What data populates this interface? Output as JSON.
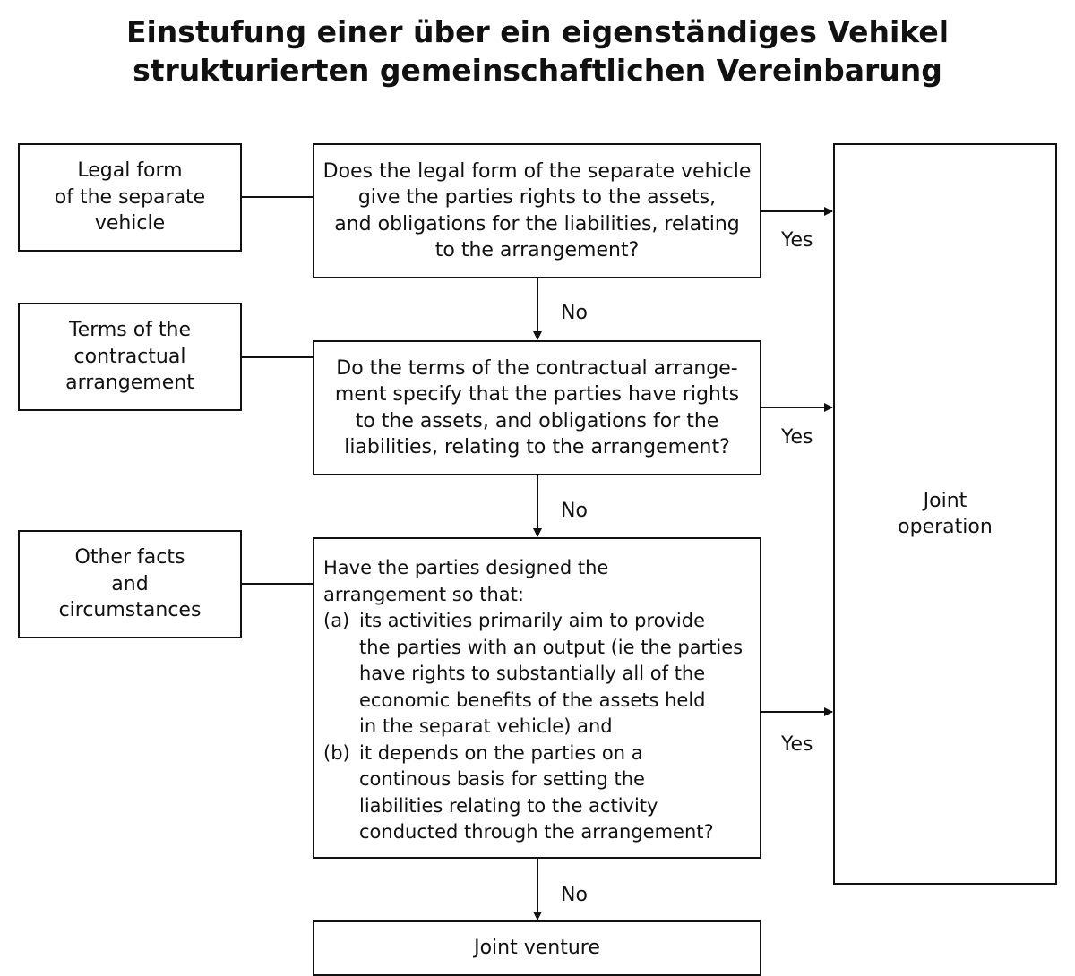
{
  "title": {
    "line1": "Einstufung einer über ein eigenständiges Vehikel",
    "line2": "strukturierten gemeinschaftlichen Vereinbarung"
  },
  "factors": [
    {
      "lines": [
        "Legal form",
        "of the separate",
        "vehicle"
      ]
    },
    {
      "lines": [
        "Terms of the",
        "contractual",
        "arrangement"
      ]
    },
    {
      "lines": [
        "Other facts",
        "and",
        "circumstances"
      ]
    }
  ],
  "questions": {
    "q1": [
      "Does the legal form of the separate vehicle",
      "give the parties rights to the assets,",
      "and obligations for the liabilities, relating",
      "to the arrangement?"
    ],
    "q2": [
      "Do the terms of the contractual arrange-",
      "ment specify that the parties have rights",
      "to the assets, and obligations for the",
      "liabilities, relating to the arrangement?"
    ],
    "q3": {
      "intro": [
        "Have the parties designed the",
        "arrangement so that:"
      ],
      "item_a": {
        "marker": "(a)",
        "lines": [
          "its activities primarily aim to provide",
          "the parties with an output (ie the parties",
          "have rights to substantially all of the",
          "economic benefits of the assets held",
          "in the separat vehicle) and"
        ]
      },
      "item_b": {
        "marker": "(b)",
        "lines": [
          "it depends on the parties on a",
          "continous basis for setting the",
          "liabilities relating to the activity",
          "conducted through the arrangement?"
        ]
      }
    }
  },
  "edge_labels": {
    "yes": "Yes",
    "no": "No"
  },
  "outcomes": {
    "joint_operation": [
      "Joint",
      "operation"
    ],
    "joint_venture": "Joint venture"
  }
}
